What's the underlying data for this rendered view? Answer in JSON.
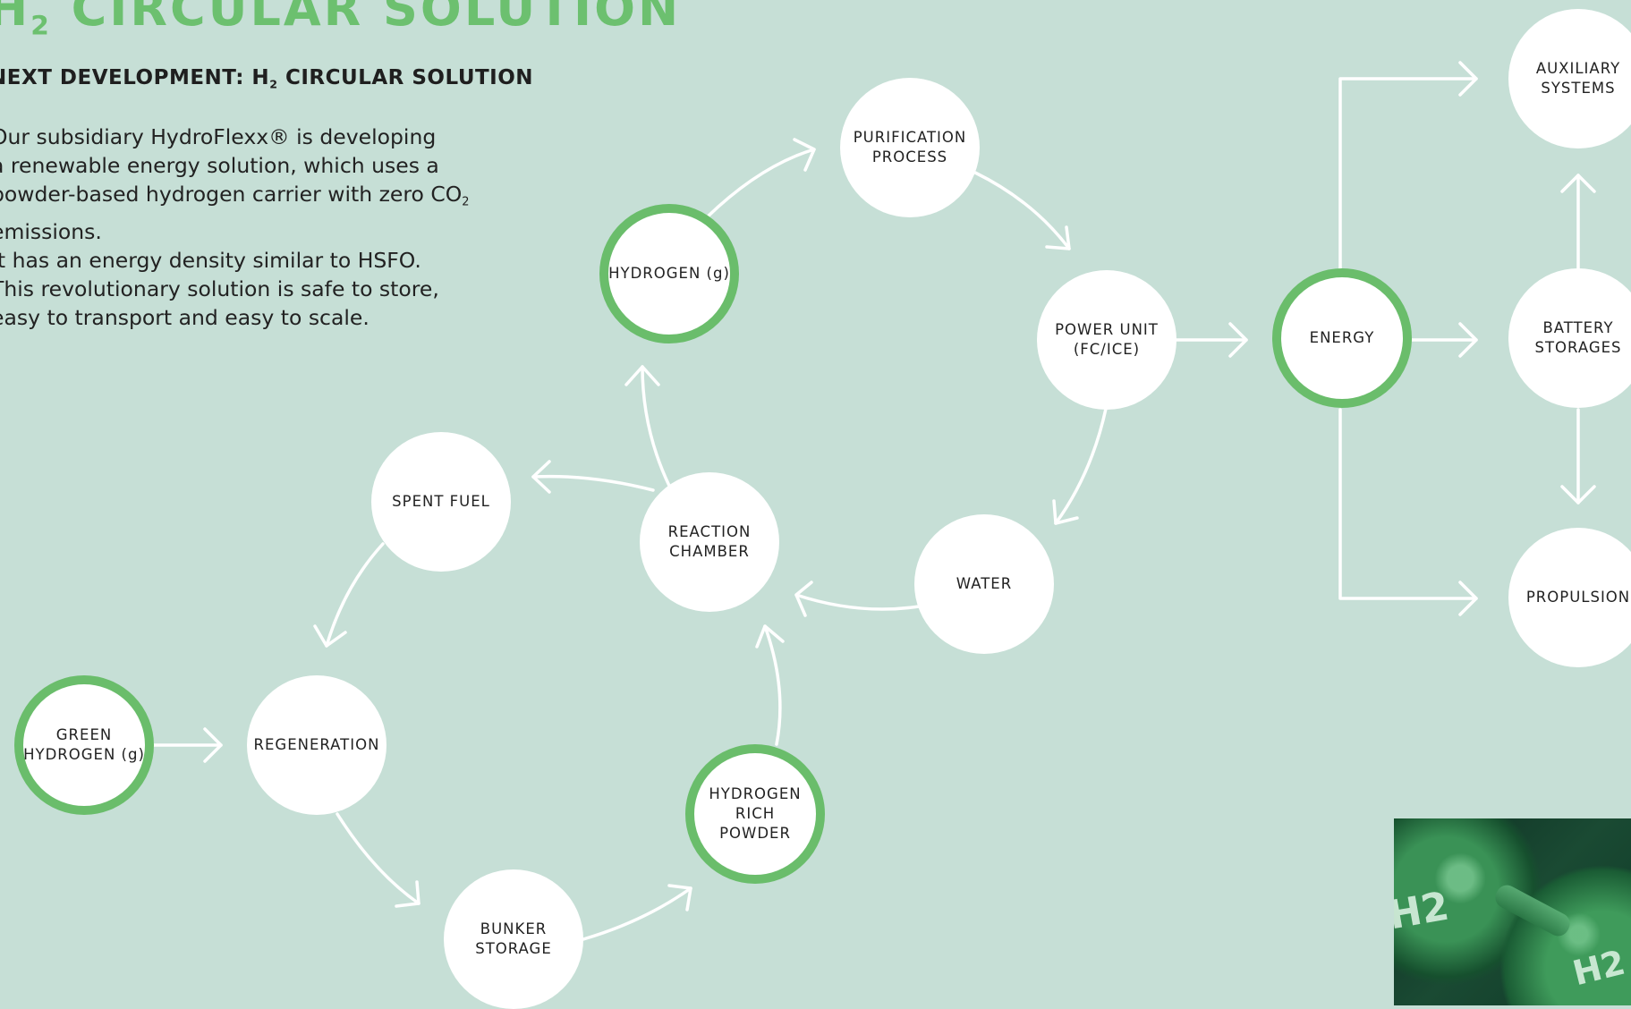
{
  "header": {
    "title_pre": "H",
    "title_sub": "2",
    "title_post": " CIRCULAR SOLUTION",
    "subtitle_pre": "NEXT DEVELOPMENT: H",
    "subtitle_sub": "2",
    "subtitle_post": " CIRCULAR SOLUTION"
  },
  "body": {
    "line1": "Our subsidiary HydroFlexx® is developing",
    "line2": "a renewable energy solution, which uses a",
    "line3_pre": "powder-based hydrogen carrier with zero CO",
    "line3_sub": "2",
    "line4": "emissions.",
    "line5": "It has an energy density similar to HSFO.",
    "line6": "This revolutionary solution is safe to store,",
    "line7": "easy to transport and easy to scale."
  },
  "nodes": {
    "hydrogen_gas": "HYDROGEN (g)",
    "purification": "PURIFICATION\nPROCESS",
    "power_unit": "POWER UNIT\n(FC/ICE)",
    "energy": "ENERGY",
    "auxiliary": "AUXILIARY\nSYSTEMS",
    "battery": "BATTERY\nSTORAGES",
    "propulsion": "PROPULSION",
    "spent_fuel": "SPENT FUEL",
    "reaction_chamber": "REACTION\nCHAMBER",
    "water": "WATER",
    "green_hydrogen": "GREEN\nHYDROGEN (g)",
    "regeneration": "REGENERATION",
    "hydrogen_rich_powder": "HYDROGEN\nRICH\nPOWDER",
    "bunker_storage": "BUNKER\nSTORAGE"
  },
  "photo": {
    "label": "H2"
  },
  "colors": {
    "background": "#c6dfd6",
    "accent_green": "#6abd6b",
    "node_fill": "#ffffff",
    "arrow": "#ffffff"
  }
}
